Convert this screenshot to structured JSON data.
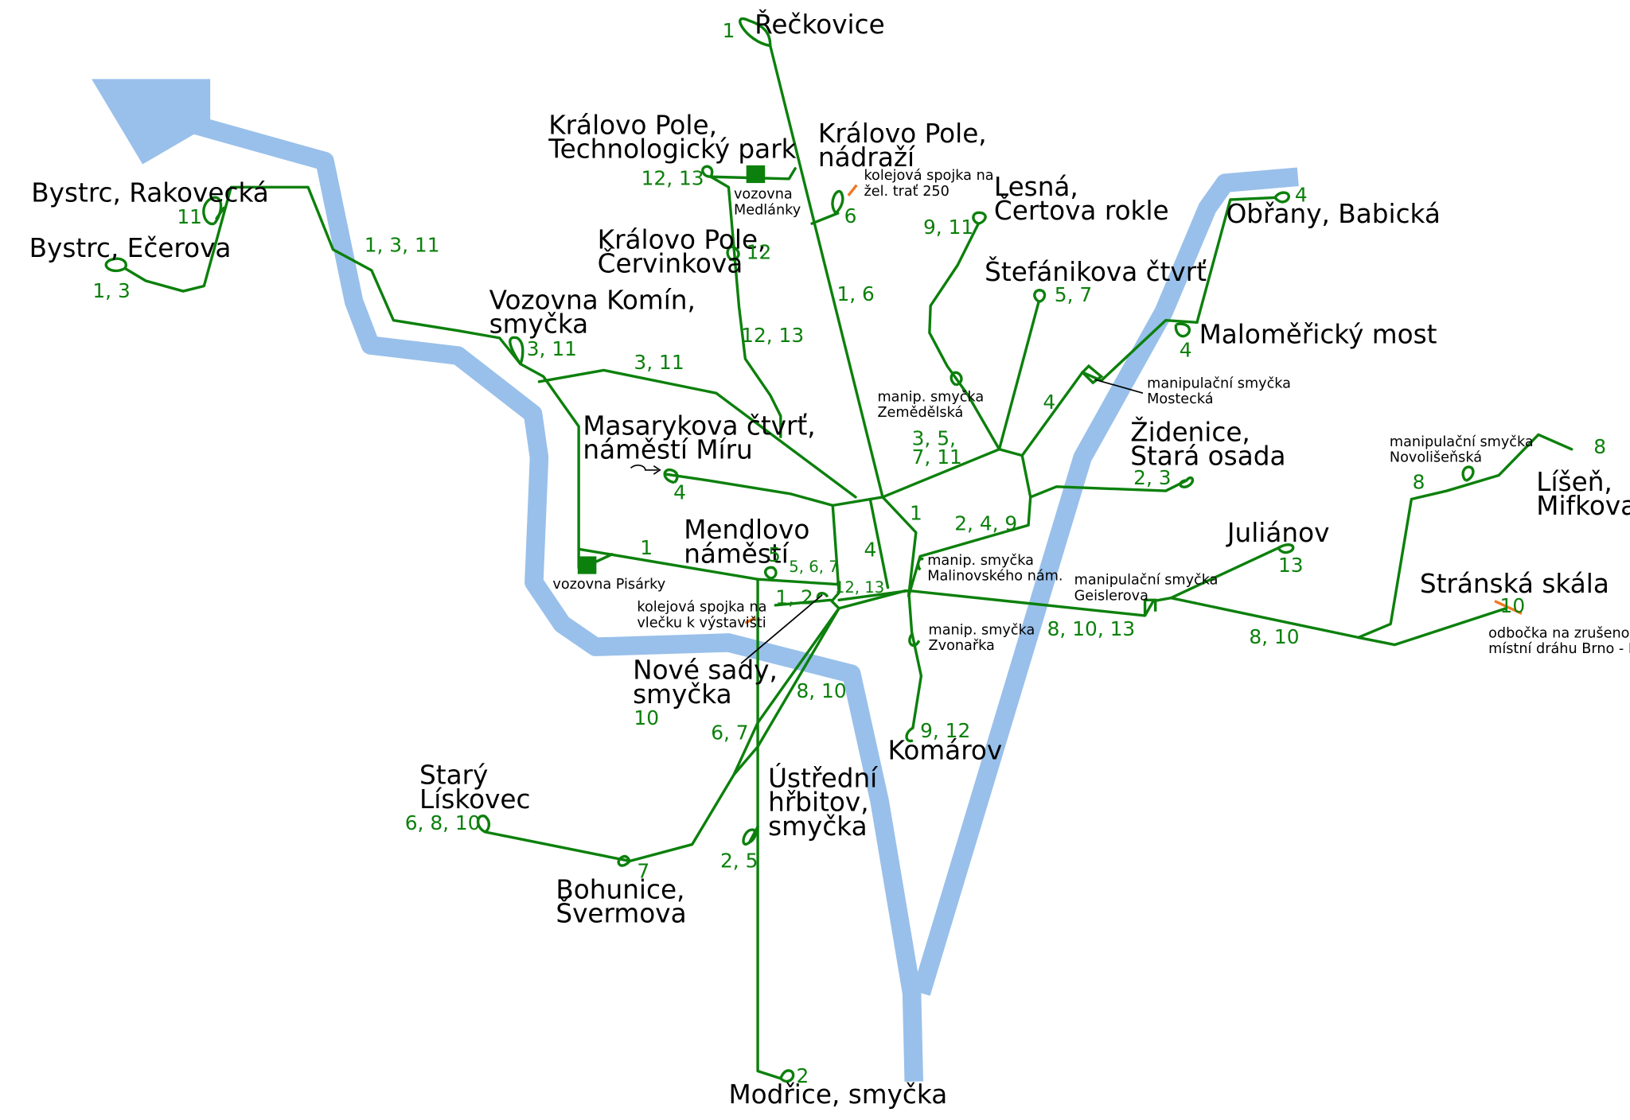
{
  "map": {
    "colors": {
      "track": "#0c800c",
      "river": "#99c0ea",
      "spur": "#f07820",
      "text": "#000000"
    },
    "stops": {
      "reckovice": [
        "Řečkovice"
      ],
      "kp_tech": [
        "Královo Pole,",
        "Technologický park"
      ],
      "kp_nadrazi": [
        "Královo Pole,",
        "nádraží"
      ],
      "lesna": [
        "Lesná,",
        "Čertova rokle"
      ],
      "obrany": [
        "Obřany, Babická"
      ],
      "rakovecka": [
        "Bystrc, Rakovecká"
      ],
      "ecerova": [
        "Bystrc, Ečerova"
      ],
      "kp_cervinkova": [
        "Královo Pole,",
        "Červinkova"
      ],
      "stefanikova": [
        "Štefánikova čtvrť"
      ],
      "malomericky": [
        "Maloměřický most"
      ],
      "komin": [
        "Vozovna Komín,",
        "smyčka"
      ],
      "masarykova": [
        "Masarykova čtvrť,",
        "náměstí Míru"
      ],
      "zidenice": [
        "Židenice,",
        "Stará osada"
      ],
      "lisen": [
        "Líšeň,",
        "Mifkova"
      ],
      "mendlovo": [
        "Mendlovo",
        "náměstí"
      ],
      "julianov": [
        "Juliánov"
      ],
      "stranska": [
        "Stránská skála"
      ],
      "nove_sady": [
        "Nové sady,",
        "smyčka"
      ],
      "komarov": [
        "Komárov"
      ],
      "stary_liskovec": [
        "Starý",
        "Lískovec"
      ],
      "ustredni": [
        "Ústřední",
        "hřbitov,",
        "smyčka"
      ],
      "bohunice": [
        "Bohunice,",
        "Švermova"
      ],
      "modrice": [
        "Modřice, smyčka"
      ]
    },
    "notes": {
      "medlanky": [
        "vozovna",
        "Medlánky"
      ],
      "spojka250": [
        "kolejová spojka na",
        "žel. trať 250"
      ],
      "zemedelska": [
        "manip. smyčka",
        "Zemědělská"
      ],
      "mostecka": [
        "manipulační smyčka",
        "Mostecká"
      ],
      "novolisenska": [
        "manipulační smyčka",
        "Novolišeňská"
      ],
      "malinovskeho": [
        "manip. smyčka",
        "Malinovského nám."
      ],
      "pisarky": [
        "vozovna Pisárky"
      ],
      "geislerova": [
        "manipulační smyčka",
        "Geislerova"
      ],
      "vystaviste": [
        "kolejová spojka na",
        "vlečku k výstavišti"
      ],
      "zvonarka": [
        "manip. smyčka",
        "Zvonařka"
      ],
      "odbocka": [
        "odbočka na zrušenou",
        "místní dráhu Brno - Líšeň"
      ]
    },
    "numbers": {
      "reckovice": "1",
      "kp_tech": "12, 13",
      "kp_nadrazi": "6",
      "lesna": "9, 11",
      "obrany": "4",
      "rakovecka": "11",
      "bystrc_seg": "1, 3, 11",
      "ecerova": "1, 3",
      "kp_cervinkova": "12",
      "line_1_6": "1, 6",
      "stefanikova": "5, 7",
      "malomericky": "4",
      "komin": "3, 11",
      "seg_3_11": "3, 11",
      "seg_12_13": "12, 13",
      "seg_4_north": "4",
      "seg_3_5_7_11": [
        "3, 5,",
        "7, 11"
      ],
      "zidenice": "2, 3",
      "novolisenska": "8",
      "lisen": "8",
      "masarykova": "4",
      "seg_1": "1",
      "seg_1_lower": "1",
      "seg_4_center": "4",
      "seg_2_4_9": "2, 4, 9",
      "mendlovo": "5",
      "seg_5_6_7": "5, 6, 7",
      "seg_12_13_small": "12, 13",
      "seg_1_2": "1, 2",
      "julianov": "13",
      "stranska": "10",
      "seg_8_10_13": "8, 10, 13",
      "seg_8_10_east": "8, 10",
      "seg_8_10_south": "8, 10",
      "nove_sady": "10",
      "komarov": "9, 12",
      "seg_6_7": "6, 7",
      "stary_liskovec": "6, 8, 10",
      "bohunice": "7",
      "ustredni": "2, 5",
      "modrice": "2"
    }
  }
}
